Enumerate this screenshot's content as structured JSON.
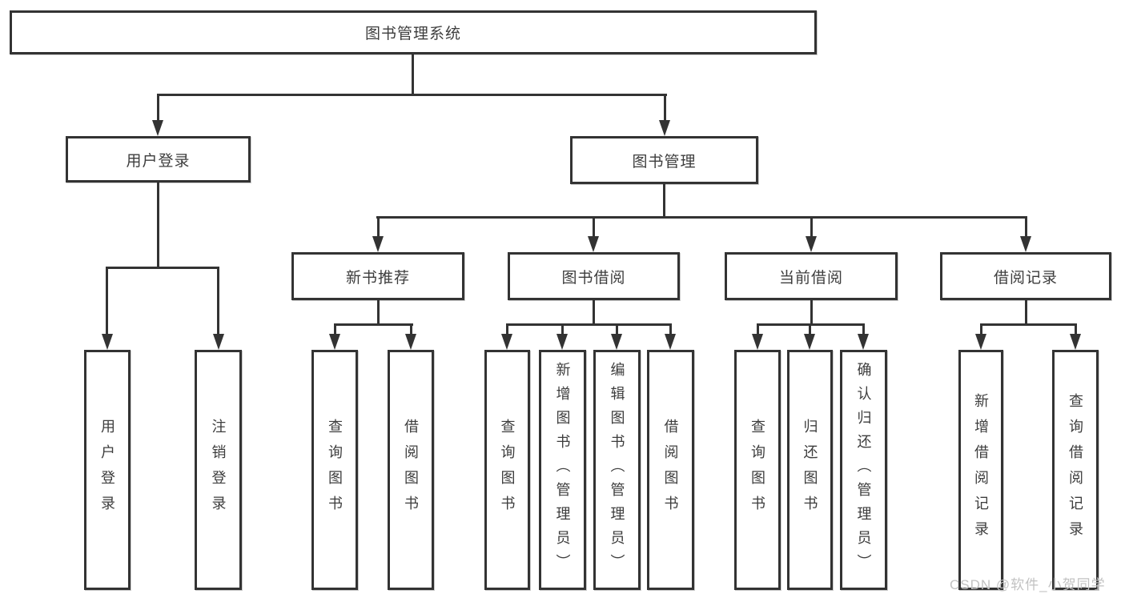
{
  "diagram": {
    "root": {
      "label": "图书管理系统"
    },
    "branches": [
      {
        "label": "用户登录",
        "leaves": [
          {
            "label": "用户登录"
          },
          {
            "label": "注销登录"
          }
        ]
      },
      {
        "label": "图书管理",
        "groups": [
          {
            "label": "新书推荐",
            "leaves": [
              {
                "label": "查询图书"
              },
              {
                "label": "借阅图书"
              }
            ]
          },
          {
            "label": "图书借阅",
            "leaves": [
              {
                "label": "查询图书"
              },
              {
                "label": "新增图书（管理员）"
              },
              {
                "label": "编辑图书（管理员）"
              },
              {
                "label": "借阅图书"
              }
            ]
          },
          {
            "label": "当前借阅",
            "leaves": [
              {
                "label": "查询图书"
              },
              {
                "label": "归还图书"
              },
              {
                "label": "确认归还（管理员）"
              }
            ]
          },
          {
            "label": "借阅记录",
            "leaves": [
              {
                "label": "新增借阅记录"
              },
              {
                "label": "查询借阅记录"
              }
            ]
          }
        ]
      }
    ]
  },
  "watermark": {
    "text": "CSDN @软件_小贺同学"
  },
  "colors": {
    "line": "#333333",
    "text": "#3d3d3d",
    "watermark": "#c2c2c2",
    "background": "#ffffff"
  }
}
